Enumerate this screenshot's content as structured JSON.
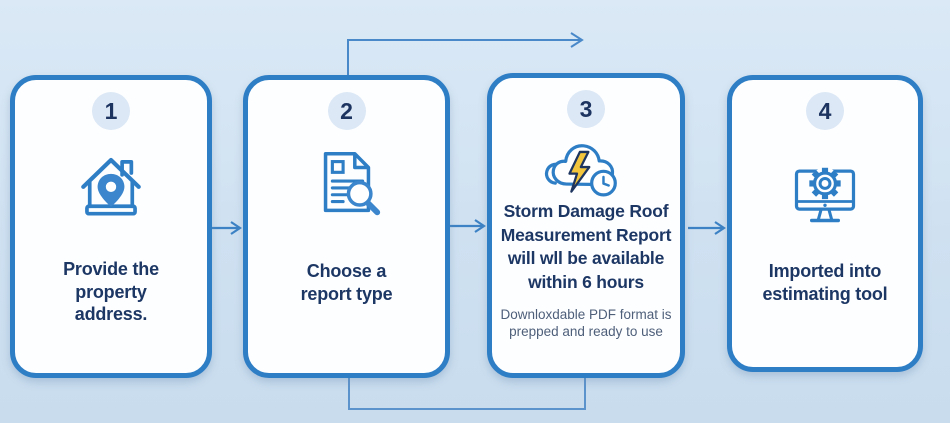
{
  "infographic": {
    "type": "process-flow",
    "step_count": 4
  },
  "colors": {
    "background": "#cfe1f1",
    "card_border": "#2e7ec6",
    "card_fill": "#fdfeff",
    "badge_fill": "#dce8f6",
    "text_primary": "#1d3765",
    "text_secondary": "#4e5f7a",
    "icon_blue": "#2e7ec6",
    "pin_blue": "#3b86cc",
    "bolt_yellow": "#f2c53d",
    "arrow_blue": "#3c82c4"
  },
  "steps": [
    {
      "number": "1",
      "icon": "house-location-icon",
      "label": "Provide the\nproperty\naddress."
    },
    {
      "number": "2",
      "icon": "document-search-icon",
      "label": "Choose a\nreport type"
    },
    {
      "number": "3",
      "icon": "storm-cloud-clock-icon",
      "label": "Storm Damage Roof\nMeasurement Report\nwill wll be available\nwithin 6 hours",
      "sublabel": "Downloxdable PDF format is\nprepped and ready to use"
    },
    {
      "number": "4",
      "icon": "monitor-gear-icon",
      "label": "Imported into\nestimating tool"
    }
  ],
  "connectors": {
    "top_arrow": "step-2-to-step-3-overhead",
    "bottom_link": "step-2-to-step-3-underpass",
    "inline_arrows": [
      "step-1-to-2",
      "step-2-to-3",
      "step-3-to-4"
    ]
  }
}
